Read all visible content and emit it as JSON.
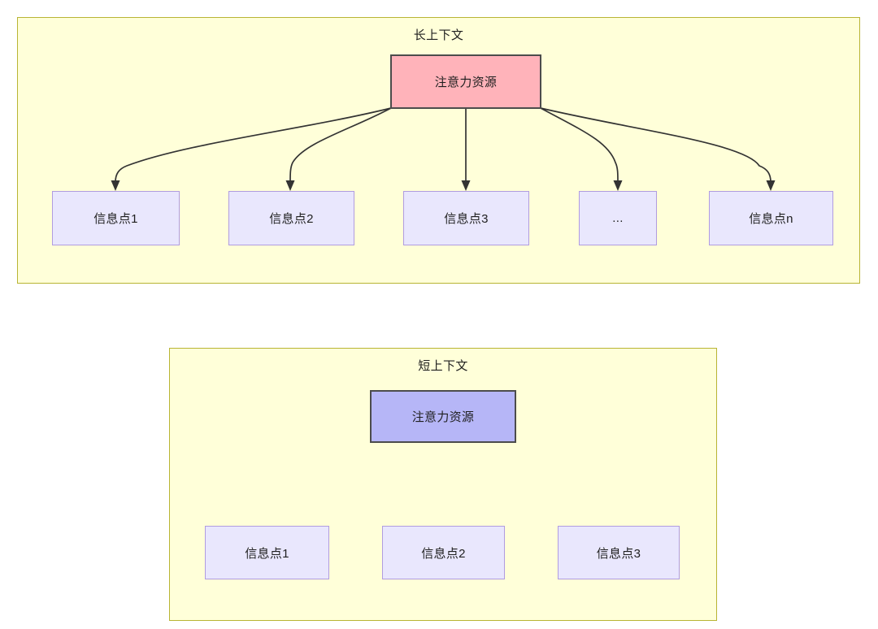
{
  "diagram": {
    "type": "flow-diagram",
    "panels": [
      {
        "id": "long-context",
        "title": "长上下文",
        "root": {
          "label": "注意力资源",
          "fill": "#ffb3ba",
          "border": "#4c4c4c"
        },
        "children": [
          {
            "label": "信息点1"
          },
          {
            "label": "信息点2"
          },
          {
            "label": "信息点3"
          },
          {
            "label": "..."
          },
          {
            "label": "信息点n"
          }
        ]
      },
      {
        "id": "short-context",
        "title": "短上下文",
        "root": {
          "label": "注意力资源",
          "fill": "#b6b6f7",
          "border": "#4c4c4c"
        },
        "children": [
          {
            "label": "信息点1"
          },
          {
            "label": "信息点2"
          },
          {
            "label": "信息点3"
          }
        ]
      }
    ],
    "colors": {
      "panel_background": "#ffffd9",
      "panel_border": "#b8b434",
      "info_fill": "#e9e7fd",
      "info_border": "#b09ce0",
      "edge": "#333333",
      "text": "#1f1f1f"
    }
  }
}
